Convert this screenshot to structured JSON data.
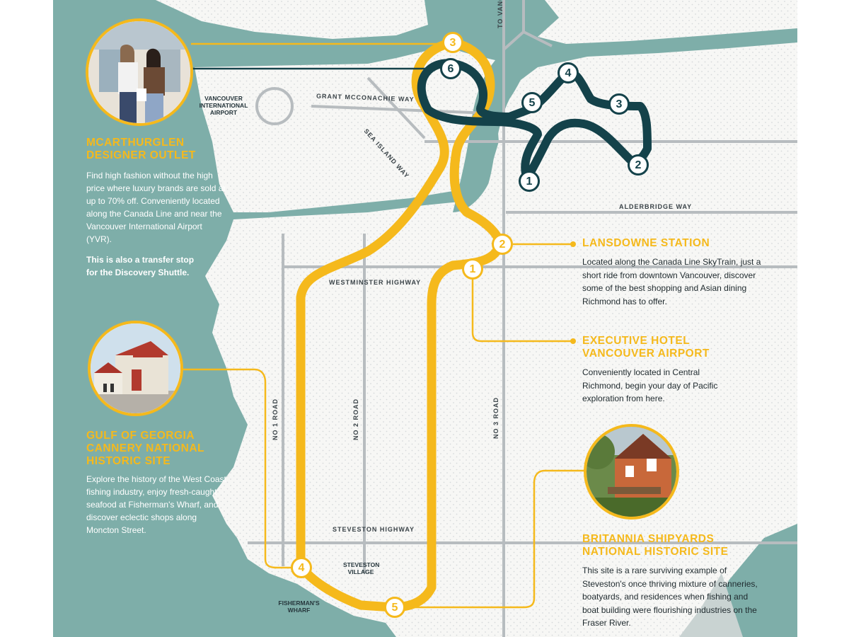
{
  "colors": {
    "water": "#7eaea9",
    "yellow_route": "#f5b91c",
    "dark_route": "#14424a",
    "road": "#b7bcbf",
    "land": "#f7f7f5"
  },
  "roads": {
    "grant_mcconachie": "GRANT MCCONACHIE WAY",
    "sea_island": "SEA ISLAND WAY",
    "alderbridge": "ALDERBRIDGE WAY",
    "westminster": "WESTMINSTER HIGHWAY",
    "steveston_hwy": "STEVESTON HIGHWAY",
    "no1": "NO 1 ROAD",
    "no2": "NO 2 ROAD",
    "no3": "NO 3 ROAD",
    "to_vancouver": "TO VANC"
  },
  "areas": {
    "airport": "VANCOUVER INTERNATIONAL AIRPORT",
    "steveston_village": "STEVESTON VILLAGE",
    "fishermans_wharf": "FISHERMAN'S WHARF"
  },
  "yellow_stops": [
    "1",
    "2",
    "3",
    "4",
    "5"
  ],
  "dark_stops": [
    "1",
    "2",
    "3",
    "4",
    "5",
    "6"
  ],
  "callouts": {
    "mcarthurglen": {
      "title": "MCARTHURGLEN DESIGNER OUTLET",
      "body": "Find high fashion without the high price where luxury brands are sold at up to 70% off. Conveniently located along the Canada Line and near the Vancouver International Airport (YVR).",
      "note": "This is also a transfer stop for the Discovery Shuttle."
    },
    "gulf_of_georgia": {
      "title": "GULF OF GEORGIA CANNERY NATIONAL HISTORIC SITE",
      "body": "Explore the history of the West Coast fishing industry, enjoy fresh-caught seafood at Fisherman's Wharf, and discover eclectic shops along Moncton Street."
    },
    "lansdowne": {
      "title": "LANSDOWNE STATION",
      "body": "Located along the Canada Line SkyTrain, just a short ride from downtown Vancouver, discover some of the best shopping and Asian dining Richmond has to offer."
    },
    "executive_hotel": {
      "title": "EXECUTIVE HOTEL VANCOUVER AIRPORT",
      "body": "Conveniently located in Central Richmond, begin your day of Pacific exploration from here."
    },
    "britannia": {
      "title": "BRITANNIA SHIPYARDS NATIONAL HISTORIC SITE",
      "body": "This site is a rare surviving example of Steveston's once thriving mixture of canneries, boatyards, and residences when fishing and boat building were flourishing industries on the Fraser River."
    }
  },
  "photos": {
    "mcarthurglen": "shoppers-photo",
    "gulf_of_georgia": "cannery-photo",
    "britannia": "shipyard-house-photo"
  }
}
